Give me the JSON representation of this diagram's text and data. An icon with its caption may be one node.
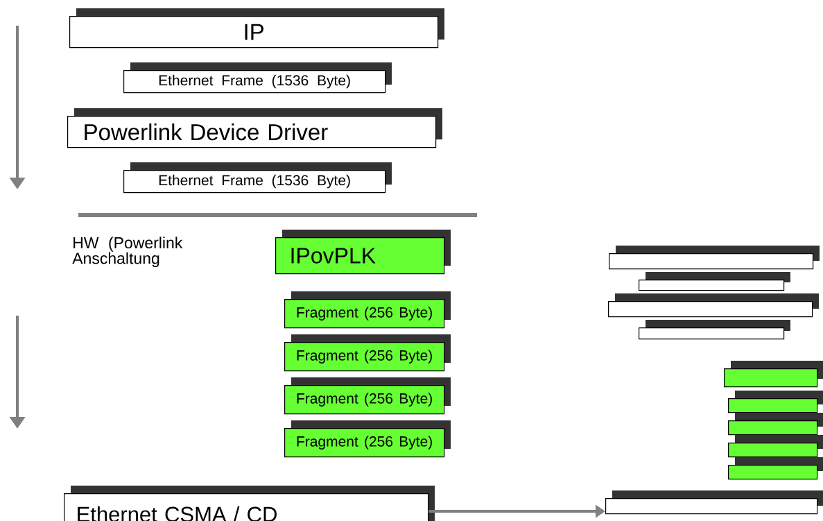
{
  "diagram": {
    "nodes": [
      {
        "text": [
          "IP"
        ]
      },
      {
        "text": [
          "Ethernet Frame (1536 Byte)"
        ]
      },
      {
        "text": [
          "Powerlink Device Driver"
        ]
      },
      {
        "text": [
          "Ethernet Frame (1536 Byte)"
        ]
      },
      {
        "text": [
          "IPovPLK"
        ]
      },
      {
        "text": [
          "Fragment (256 Byte)"
        ]
      },
      {
        "text": [
          "Fragment (256 Byte)"
        ]
      },
      {
        "text": [
          "Fragment (256 Byte)"
        ]
      },
      {
        "text": [
          "Fragment (256 Byte)"
        ]
      },
      {
        "text": [
          "Ethernet CSMA / CD"
        ]
      },
      {
        "text": [],
        "shape": "box"
      },
      {
        "text": [],
        "shape": "box"
      },
      {
        "text": [],
        "shape": "box"
      },
      {
        "text": [],
        "shape": "box"
      },
      {
        "text": [],
        "shape": "box"
      },
      {
        "text": [],
        "shape": "box"
      },
      {
        "text": [],
        "shape": "box"
      },
      {
        "text": [],
        "shape": "box"
      },
      {
        "text": [],
        "shape": "box"
      },
      {
        "text": [],
        "shape": "box"
      }
    ],
    "edges": [
      {
        "from": 9,
        "to": 19,
        "arrow": "to"
      }
    ],
    "labels": [
      "HW (Powerlink Anschaltung"
    ]
  }
}
